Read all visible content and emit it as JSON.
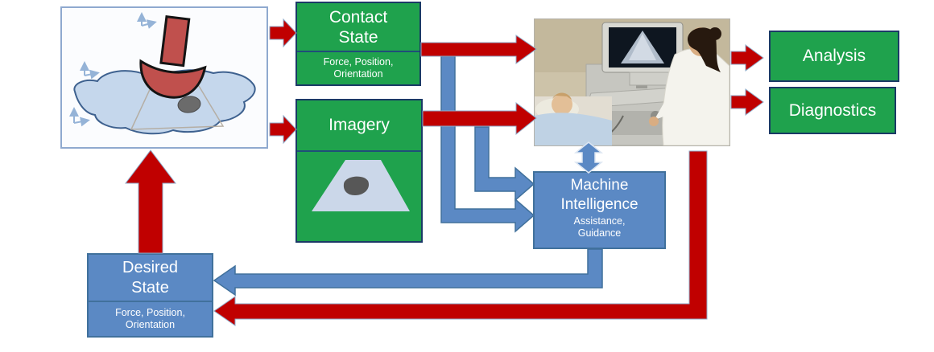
{
  "nodes": {
    "environment": {
      "name": "probe-on-tissue-illustration",
      "description_elements": [
        "red-ultrasound-probe",
        "tissue-cross-section",
        "lesion-spot",
        "coordinate-axes"
      ]
    },
    "contact_state": {
      "title": "Contact State",
      "subtitle": "Force, Position, Orientation"
    },
    "imagery": {
      "title": "Imagery"
    },
    "exam_photo": {
      "name": "ultrasound-examination-photo",
      "description_elements": [
        "sonographer",
        "patient",
        "ultrasound-machine",
        "sonogram-screen"
      ]
    },
    "analysis": {
      "title": "Analysis"
    },
    "diagnostics": {
      "title": "Diagnostics"
    },
    "machine_intelligence": {
      "title": "Machine Intelligence",
      "subtitle": "Assistance, Guidance"
    },
    "desired_state": {
      "title": "Desired State",
      "subtitle": "Force, Position, Orientation"
    }
  },
  "edges": [
    {
      "from": "environment",
      "to": "contact_state",
      "color": "red"
    },
    {
      "from": "environment",
      "to": "imagery",
      "color": "red"
    },
    {
      "from": "contact_state",
      "to": "exam_photo",
      "color": "red"
    },
    {
      "from": "imagery",
      "to": "exam_photo",
      "color": "red"
    },
    {
      "from": "contact_state",
      "to": "machine_intelligence",
      "color": "blue"
    },
    {
      "from": "imagery",
      "to": "machine_intelligence",
      "color": "blue"
    },
    {
      "from": "exam_photo",
      "to": "machine_intelligence",
      "color": "blue",
      "bidirectional": true
    },
    {
      "from": "exam_photo",
      "to": "analysis",
      "color": "red"
    },
    {
      "from": "exam_photo",
      "to": "diagnostics",
      "color": "red"
    },
    {
      "from": "machine_intelligence",
      "to": "desired_state",
      "color": "blue"
    },
    {
      "from": "exam_photo",
      "to": "desired_state",
      "color": "red"
    },
    {
      "from": "desired_state",
      "to": "environment",
      "color": "red"
    }
  ],
  "colors": {
    "green_box": "#1fa24d",
    "green_border": "#1b3a66",
    "blue_box": "#5b89c4",
    "blue_border": "#41719c",
    "red_arrow": "#c00000",
    "probe_red": "#c0504d",
    "tissue_blue": "#c5d7ec",
    "text": "#ffffff"
  }
}
